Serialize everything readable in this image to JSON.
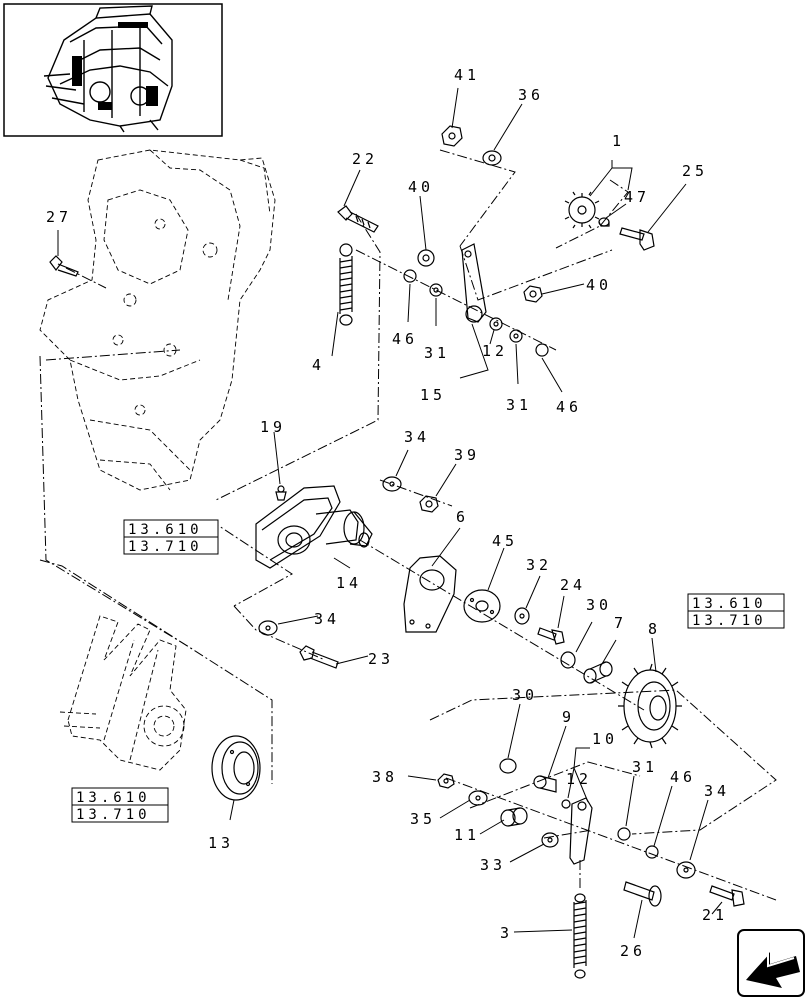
{
  "callouts": [
    {
      "id": "c41",
      "text": "41"
    },
    {
      "id": "c36",
      "text": "36"
    },
    {
      "id": "c1",
      "text": "1"
    },
    {
      "id": "c22",
      "text": "22"
    },
    {
      "id": "c40a",
      "text": "40"
    },
    {
      "id": "c47",
      "text": "47"
    },
    {
      "id": "c25",
      "text": "25"
    },
    {
      "id": "c27",
      "text": "27"
    },
    {
      "id": "c40b",
      "text": "40"
    },
    {
      "id": "c4",
      "text": "4"
    },
    {
      "id": "c46a",
      "text": "46"
    },
    {
      "id": "c31a",
      "text": "31"
    },
    {
      "id": "c12a",
      "text": "12"
    },
    {
      "id": "c15",
      "text": "15"
    },
    {
      "id": "c31b",
      "text": "31"
    },
    {
      "id": "c46b",
      "text": "46"
    },
    {
      "id": "c19",
      "text": "19"
    },
    {
      "id": "c34a",
      "text": "34"
    },
    {
      "id": "c39",
      "text": "39"
    },
    {
      "id": "c6",
      "text": "6"
    },
    {
      "id": "c45",
      "text": "45"
    },
    {
      "id": "c32",
      "text": "32"
    },
    {
      "id": "c24",
      "text": "24"
    },
    {
      "id": "c30a",
      "text": "30"
    },
    {
      "id": "c7",
      "text": "7"
    },
    {
      "id": "c8",
      "text": "8"
    },
    {
      "id": "c14",
      "text": "14"
    },
    {
      "id": "c34b",
      "text": "34"
    },
    {
      "id": "c23",
      "text": "23"
    },
    {
      "id": "c13",
      "text": "13"
    },
    {
      "id": "c30b",
      "text": "30"
    },
    {
      "id": "c9",
      "text": "9"
    },
    {
      "id": "c10",
      "text": "10"
    },
    {
      "id": "c38",
      "text": "38"
    },
    {
      "id": "c12b",
      "text": "12"
    },
    {
      "id": "c31c",
      "text": "31"
    },
    {
      "id": "c46c",
      "text": "46"
    },
    {
      "id": "c34c",
      "text": "34"
    },
    {
      "id": "c35",
      "text": "35"
    },
    {
      "id": "c11",
      "text": "11"
    },
    {
      "id": "c33",
      "text": "33"
    },
    {
      "id": "c3",
      "text": "3"
    },
    {
      "id": "c26",
      "text": "26"
    },
    {
      "id": "c21",
      "text": "21"
    }
  ],
  "refs": [
    {
      "top": "13.610",
      "bottom": "13.710"
    },
    {
      "top": "13.610",
      "bottom": "13.710"
    },
    {
      "top": "13.610",
      "bottom": "13.710"
    }
  ],
  "nav": {
    "icon": "next-page-arrow-icon"
  }
}
